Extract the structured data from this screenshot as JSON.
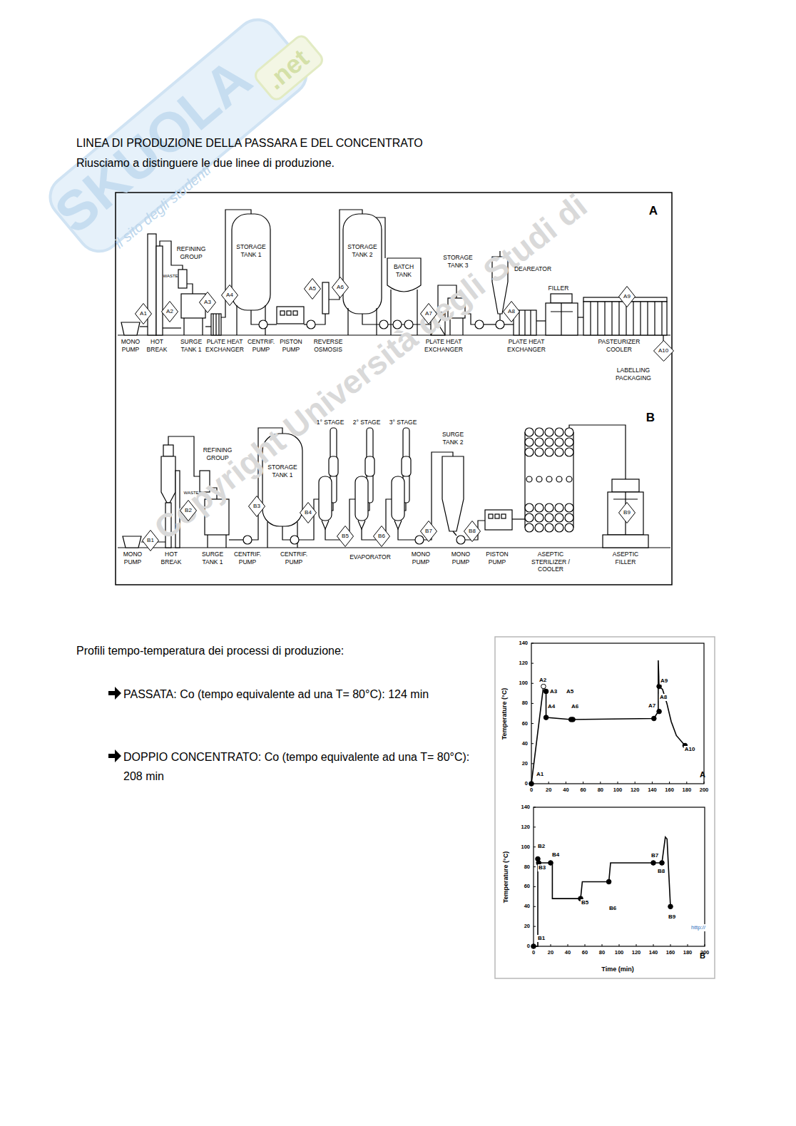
{
  "diagram": {
    "title": "LINEA DI PRODUZIONE DELLA PASSARA E DEL CONCENTRATO",
    "nodes": [
      {
        "text": [
          "A1"
        ]
      },
      {
        "text": [
          "A2"
        ]
      },
      {
        "text": [
          "A3"
        ]
      },
      {
        "text": [
          "A4"
        ]
      },
      {
        "text": [
          "A5"
        ]
      },
      {
        "text": [
          "A6"
        ]
      },
      {
        "text": [
          "A7"
        ]
      },
      {
        "text": [
          "A8"
        ]
      },
      {
        "text": [
          "A9"
        ]
      },
      {
        "text": [
          "A10"
        ]
      },
      {
        "text": [
          "B1"
        ]
      },
      {
        "text": [
          "B2"
        ]
      },
      {
        "text": [
          "B3"
        ]
      },
      {
        "text": [
          "B4"
        ]
      },
      {
        "text": [
          "B5"
        ]
      },
      {
        "text": [
          "B6"
        ]
      },
      {
        "text": [
          "B7"
        ]
      },
      {
        "text": [
          "B8"
        ]
      },
      {
        "text": [
          "B9"
        ]
      }
    ],
    "labels": [
      "Riusciamo a distinguere le due linee di produzione.",
      "A",
      "REFINING GROUP",
      "STORAGE TANK 1",
      "STORAGE TANK 2",
      "BATCH TANK",
      "STORAGE TANK 3",
      "DEAREATOR",
      "FILLER",
      "WASTE",
      "MONO PUMP",
      "HOT BREAK",
      "SURGE TANK 1",
      "PLATE HEAT EXCHANGER",
      "CENTRIF. PUMP",
      "PISTON PUMP",
      "REVERSE OSMOSIS",
      "PLATE HEAT EXCHANGER",
      "PLATE HEAT EXCHANGER",
      "PASTEURIZER COOLER",
      "LABELLING PACKAGING",
      "B",
      "REFINING GROUP",
      "STORAGE TANK 1",
      "1° STAGE",
      "2° STAGE",
      "3° STAGE",
      "SURGE TANK 2",
      "WASTE",
      "MONO PUMP",
      "HOT BREAK",
      "SURGE TANK 1",
      "CENTRIF. PUMP",
      "CENTRIF. PUMP",
      "EVAPORATOR",
      "MONO PUMP",
      "MONO PUMP",
      "PISTON PUMP",
      "ASEPTIC STERILIZER / COOLER",
      "ASEPTIC FILLER",
      "Profili tempo-temperatura dei processi di produzione:",
      "PASSATA: Co (tempo equivalente ad una T= 80°C): 124 min",
      "DOPPIO CONCENTRATO: Co (tempo equivalente ad una T= 80°C): 208 min",
      "Temperature (°C)",
      "140",
      "120",
      "100",
      "80",
      "60",
      "40",
      "20",
      "0",
      "0",
      "20",
      "40",
      "60",
      "80",
      "100",
      "120",
      "140",
      "160",
      "180",
      "200",
      "A1",
      "A2",
      "A3",
      "A4",
      "A5",
      "A6",
      "A7",
      "A8",
      "A9",
      "A10",
      "A",
      "Temperature (°C)",
      "140",
      "120",
      "100",
      "80",
      "60",
      "40",
      "20",
      "0",
      "0",
      "20",
      "40",
      "60",
      "80",
      "100",
      "120",
      "140",
      "160",
      "180",
      "200",
      "Time (min)",
      "B1",
      "B2",
      "B3",
      "B4",
      "B5",
      "B6",
      "B7",
      "B8",
      "B9",
      "B",
      "http://",
      "SKUOLA",
      ".net",
      "il sito degli studenti",
      "Copyright Università degli Studi di"
    ]
  }
}
